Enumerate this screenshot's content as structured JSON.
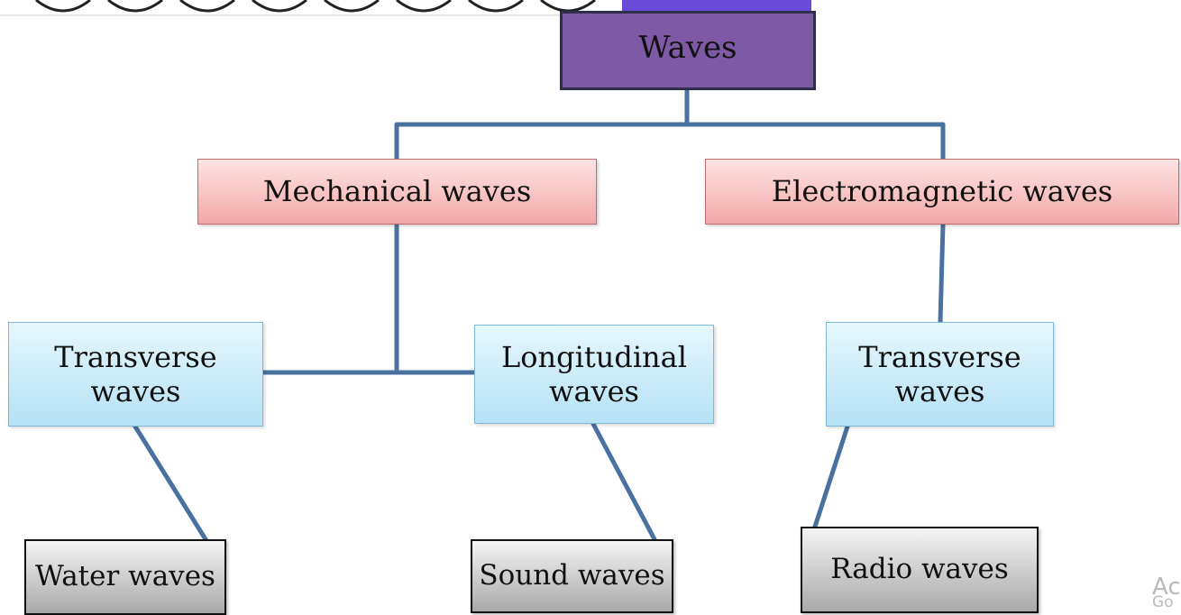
{
  "nodes": {
    "root": "Waves",
    "mechanical": "Mechanical waves",
    "electromagnetic": "Electromagnetic waves",
    "transverse_1": "Transverse waves",
    "longitudinal": "Longitudinal waves",
    "transverse_2": "Transverse waves",
    "water": "Water waves",
    "sound": "Sound waves",
    "radio": "Radio waves"
  },
  "watermark": {
    "line1": "Ac",
    "line2": "Go"
  },
  "colors": {
    "connector": "#4a72a0",
    "root_fill": "#7e5aa6",
    "category_fill": "#f3a8a8",
    "type_fill": "#b5e2f5",
    "example_fill": "#a9a9a9"
  }
}
